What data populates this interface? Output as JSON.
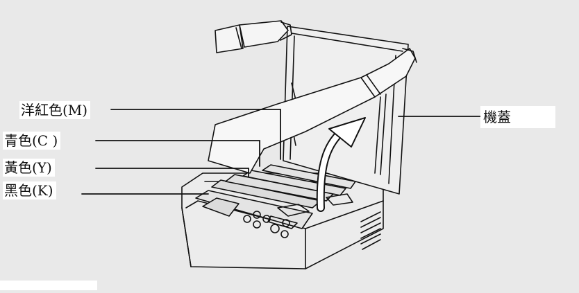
{
  "labels": {
    "magenta": "洋紅色(M)",
    "cyan": "青色(C )",
    "yellow": "黃色(Y)",
    "black": "黑色(K)",
    "cover": "機蓋"
  },
  "colors": {
    "background": "#e9e9e9",
    "label_background": "#ffffff",
    "line": "#111111"
  }
}
